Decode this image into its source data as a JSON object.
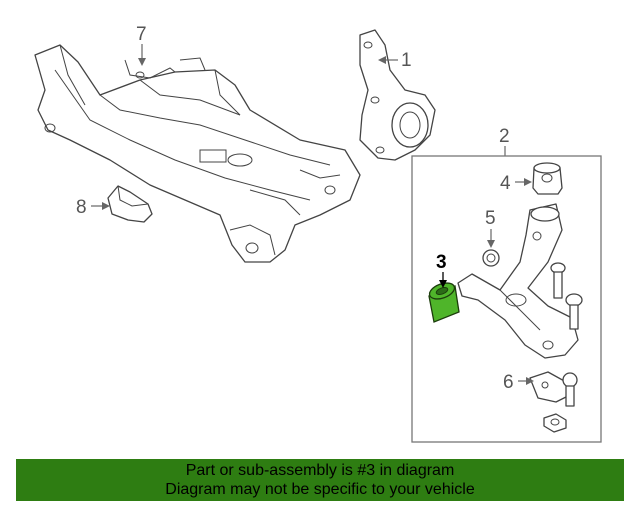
{
  "callouts": {
    "c1": "1",
    "c2": "2",
    "c3": "3",
    "c4": "4",
    "c5": "5",
    "c6": "6",
    "c7": "7",
    "c8": "8"
  },
  "highlight_color": "#4fb52a",
  "footer": {
    "background": "#2e7d12",
    "line1": "Part or sub-assembly is #3 in diagram",
    "line2": "Diagram may not be specific to your vehicle"
  }
}
